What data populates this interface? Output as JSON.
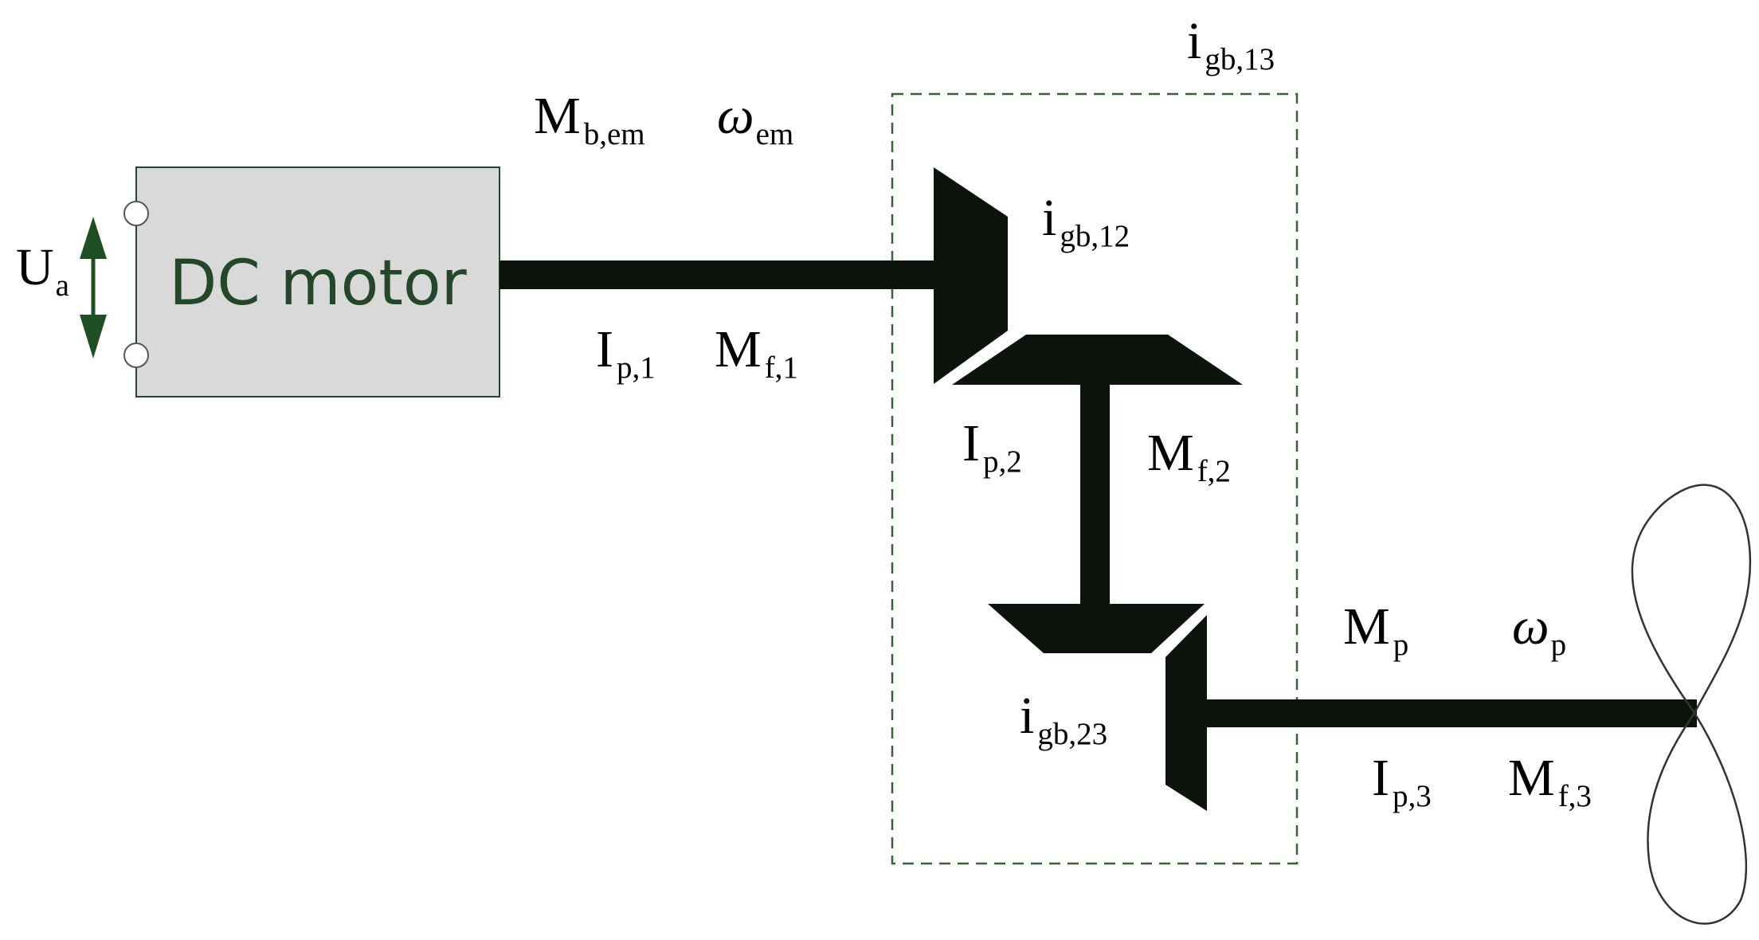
{
  "motor": {
    "label": "DC motor",
    "fill": "#d9d9d9",
    "text_color": "#24472a"
  },
  "voltage": {
    "main": "U",
    "sub": "a",
    "arrow_color": "#1f4e22"
  },
  "labels": {
    "m_b_em": {
      "main": "M",
      "sub": "b,em"
    },
    "omega_em": {
      "main": "ω",
      "sub": "em"
    },
    "i_p1": {
      "main": "I",
      "sub": "p,1"
    },
    "m_f1": {
      "main": "M",
      "sub": "f,1"
    },
    "i_gb13": {
      "main": "i",
      "sub": "gb,13"
    },
    "i_gb12": {
      "main": "i",
      "sub": "gb,12"
    },
    "i_p2": {
      "main": "I",
      "sub": "p,2"
    },
    "m_f2": {
      "main": "M",
      "sub": "f,2"
    },
    "i_gb23": {
      "main": "i",
      "sub": "gb,23"
    },
    "m_p": {
      "main": "M",
      "sub": "p"
    },
    "omega_p": {
      "main": "ω",
      "sub": "p"
    },
    "i_p3": {
      "main": "I",
      "sub": "p,3"
    },
    "m_f3": {
      "main": "M",
      "sub": "f,3"
    }
  },
  "colors": {
    "shaft": "#0c120c",
    "gearbox_border": "#336633",
    "propeller": "#333333"
  }
}
